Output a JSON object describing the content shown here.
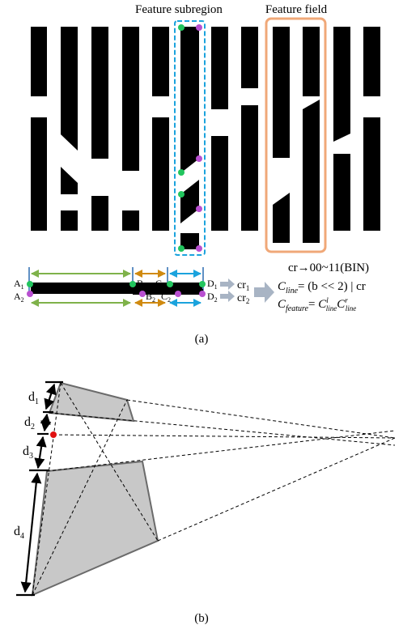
{
  "panel_a": {
    "labels": {
      "feature_subregion": "Feature subregion",
      "feature_field": "Feature field"
    },
    "points": {
      "A1": "A",
      "A1_sub": "1",
      "A2": "A",
      "A2_sub": "2",
      "B1": "B",
      "B1_sub": "1",
      "B2": "B",
      "B2_sub": "2",
      "C1": "C",
      "C1_sub": "1",
      "C2": "C",
      "C2_sub": "2",
      "D1": "D",
      "D1_sub": "1",
      "D2": "D",
      "D2_sub": "2"
    },
    "cr1": "cr",
    "cr1_sub": "1",
    "cr2": "cr",
    "cr2_sub": "2",
    "formula1": "cr→00~11(BIN)",
    "formula2_lhs": "C",
    "formula2_lhs_sub": "line",
    "formula2_rhs": "= (b << 2) | cr",
    "formula3_lhs": "C",
    "formula3_lhs_sub": "feature",
    "formula3_eq": "= ",
    "formula3_t1": "C",
    "formula3_t1_sup": "l",
    "formula3_t1_sub": "line",
    "formula3_t2": "C",
    "formula3_t2_sup": "r",
    "formula3_t2_sub": "line",
    "caption": "(a)",
    "colors": {
      "green": "#22c55e",
      "purple": "#b84fd0",
      "cyan": "#1ba3dd",
      "orange": "#f0a878",
      "bar": "#000000"
    }
  },
  "panel_b": {
    "d1": "d",
    "d1_sub": "1",
    "d2": "d",
    "d2_sub": "2",
    "d3": "d",
    "d3_sub": "3",
    "d4": "d",
    "d4_sub": "4",
    "caption": "(b)",
    "colors": {
      "fill": "#c8c8c8",
      "stroke": "#6b6b6b",
      "point": "#e01010"
    }
  }
}
